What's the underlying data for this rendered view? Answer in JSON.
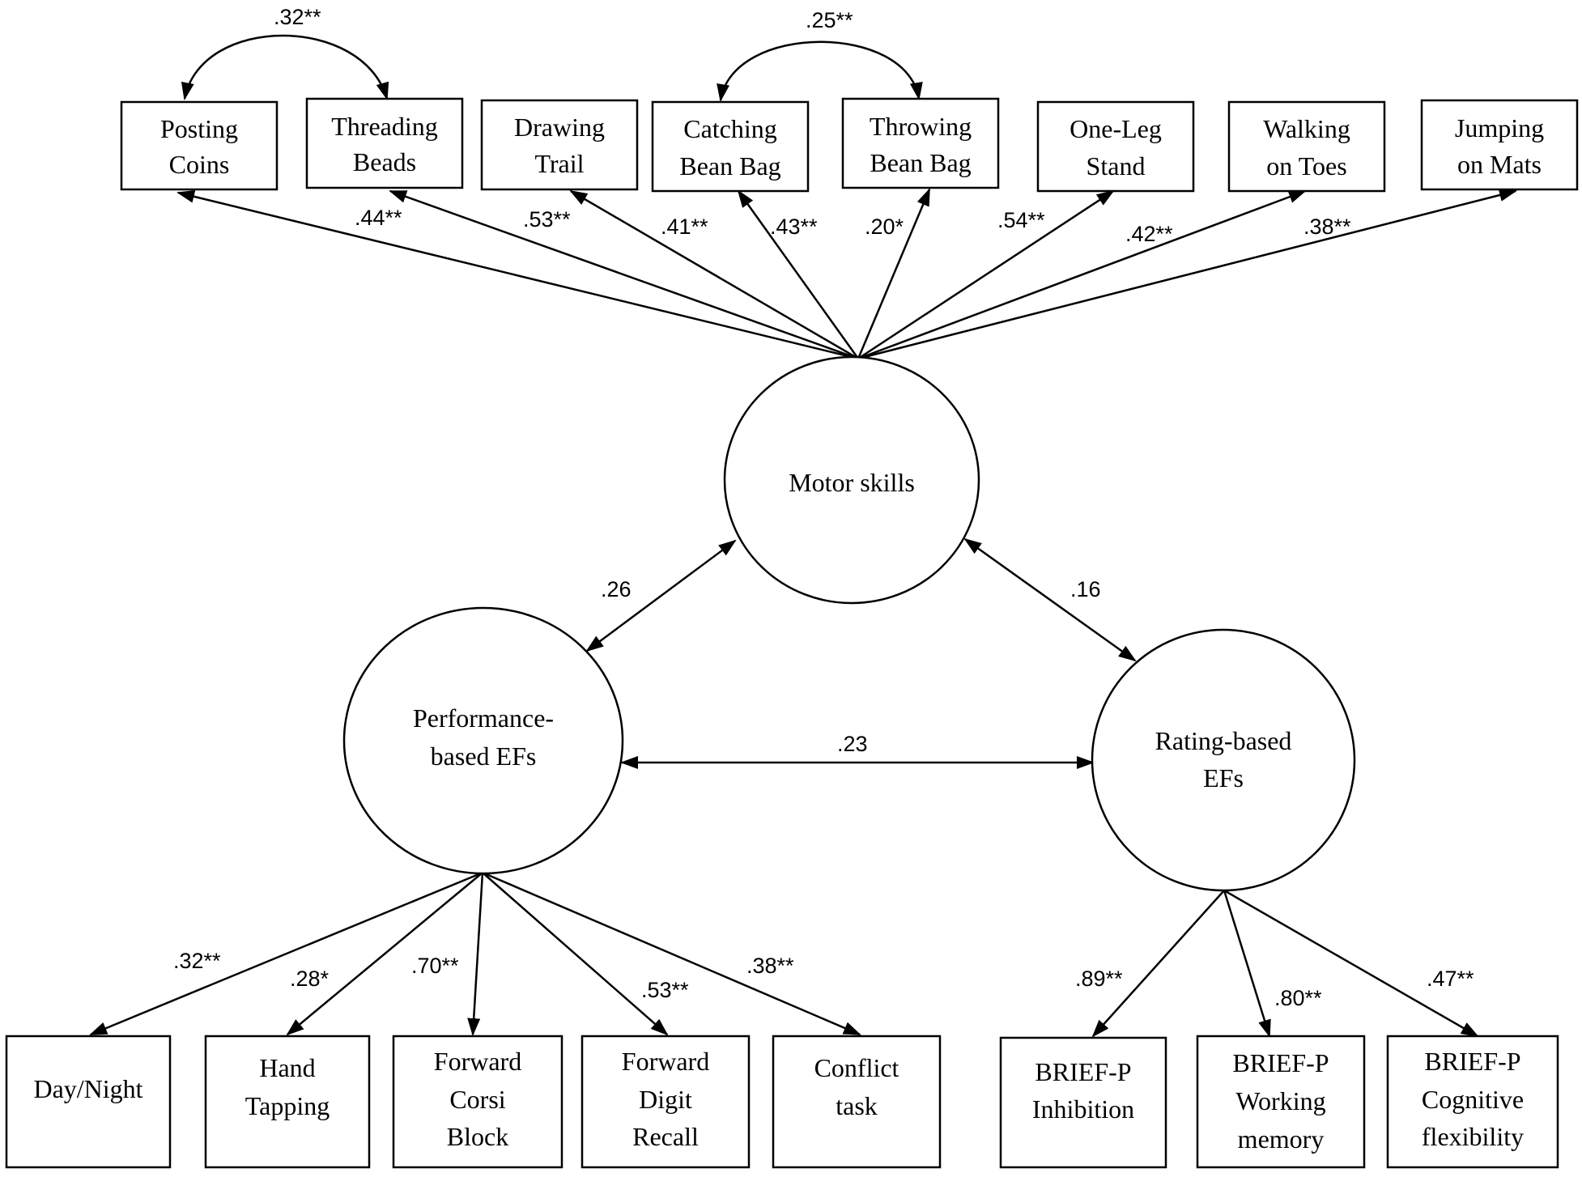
{
  "latent": {
    "motor": {
      "lines": [
        "Motor skills"
      ]
    },
    "perf": {
      "lines": [
        "Performance-",
        "based EFs"
      ]
    },
    "rating": {
      "lines": [
        "Rating-based",
        "EFs"
      ]
    }
  },
  "motor_indicators": [
    {
      "lines": [
        "Posting",
        "Coins"
      ],
      "loading": ".44**"
    },
    {
      "lines": [
        "Threading",
        "Beads"
      ],
      "loading": ".53**"
    },
    {
      "lines": [
        "Drawing",
        "Trail"
      ],
      "loading": ".41**"
    },
    {
      "lines": [
        "Catching",
        "Bean Bag"
      ],
      "loading": ".43**"
    },
    {
      "lines": [
        "Throwing",
        "Bean Bag"
      ],
      "loading": ".20*"
    },
    {
      "lines": [
        "One-Leg",
        "Stand"
      ],
      "loading": ".54**"
    },
    {
      "lines": [
        "Walking",
        "on Toes"
      ],
      "loading": ".42**"
    },
    {
      "lines": [
        "Jumping",
        "on Mats"
      ],
      "loading": ".38**"
    }
  ],
  "perf_indicators": [
    {
      "lines": [
        "Day/Night"
      ],
      "loading": ".32**"
    },
    {
      "lines": [
        "Hand",
        "Tapping"
      ],
      "loading": ".28*"
    },
    {
      "lines": [
        "Forward",
        "Corsi",
        "Block"
      ],
      "loading": ".70**"
    },
    {
      "lines": [
        "Forward",
        "Digit",
        "Recall"
      ],
      "loading": ".53**"
    },
    {
      "lines": [
        "Conflict",
        "task"
      ],
      "loading": ".38**"
    }
  ],
  "rating_indicators": [
    {
      "lines": [
        "BRIEF-P",
        "Inhibition"
      ],
      "loading": ".89**"
    },
    {
      "lines": [
        "BRIEF-P",
        "Working",
        "memory"
      ],
      "loading": ".80**"
    },
    {
      "lines": [
        "BRIEF-P",
        "Cognitive",
        "flexibility"
      ],
      "loading": ".47**"
    }
  ],
  "residual_covariances": [
    {
      "between": [
        "Posting Coins",
        "Threading Beads"
      ],
      "value": ".32**"
    },
    {
      "between": [
        "Catching Bean Bag",
        "Throwing Bean Bag"
      ],
      "value": ".25**"
    }
  ],
  "factor_correlations": {
    "motor_perf": ".26",
    "motor_rating": ".16",
    "perf_rating": ".23"
  }
}
